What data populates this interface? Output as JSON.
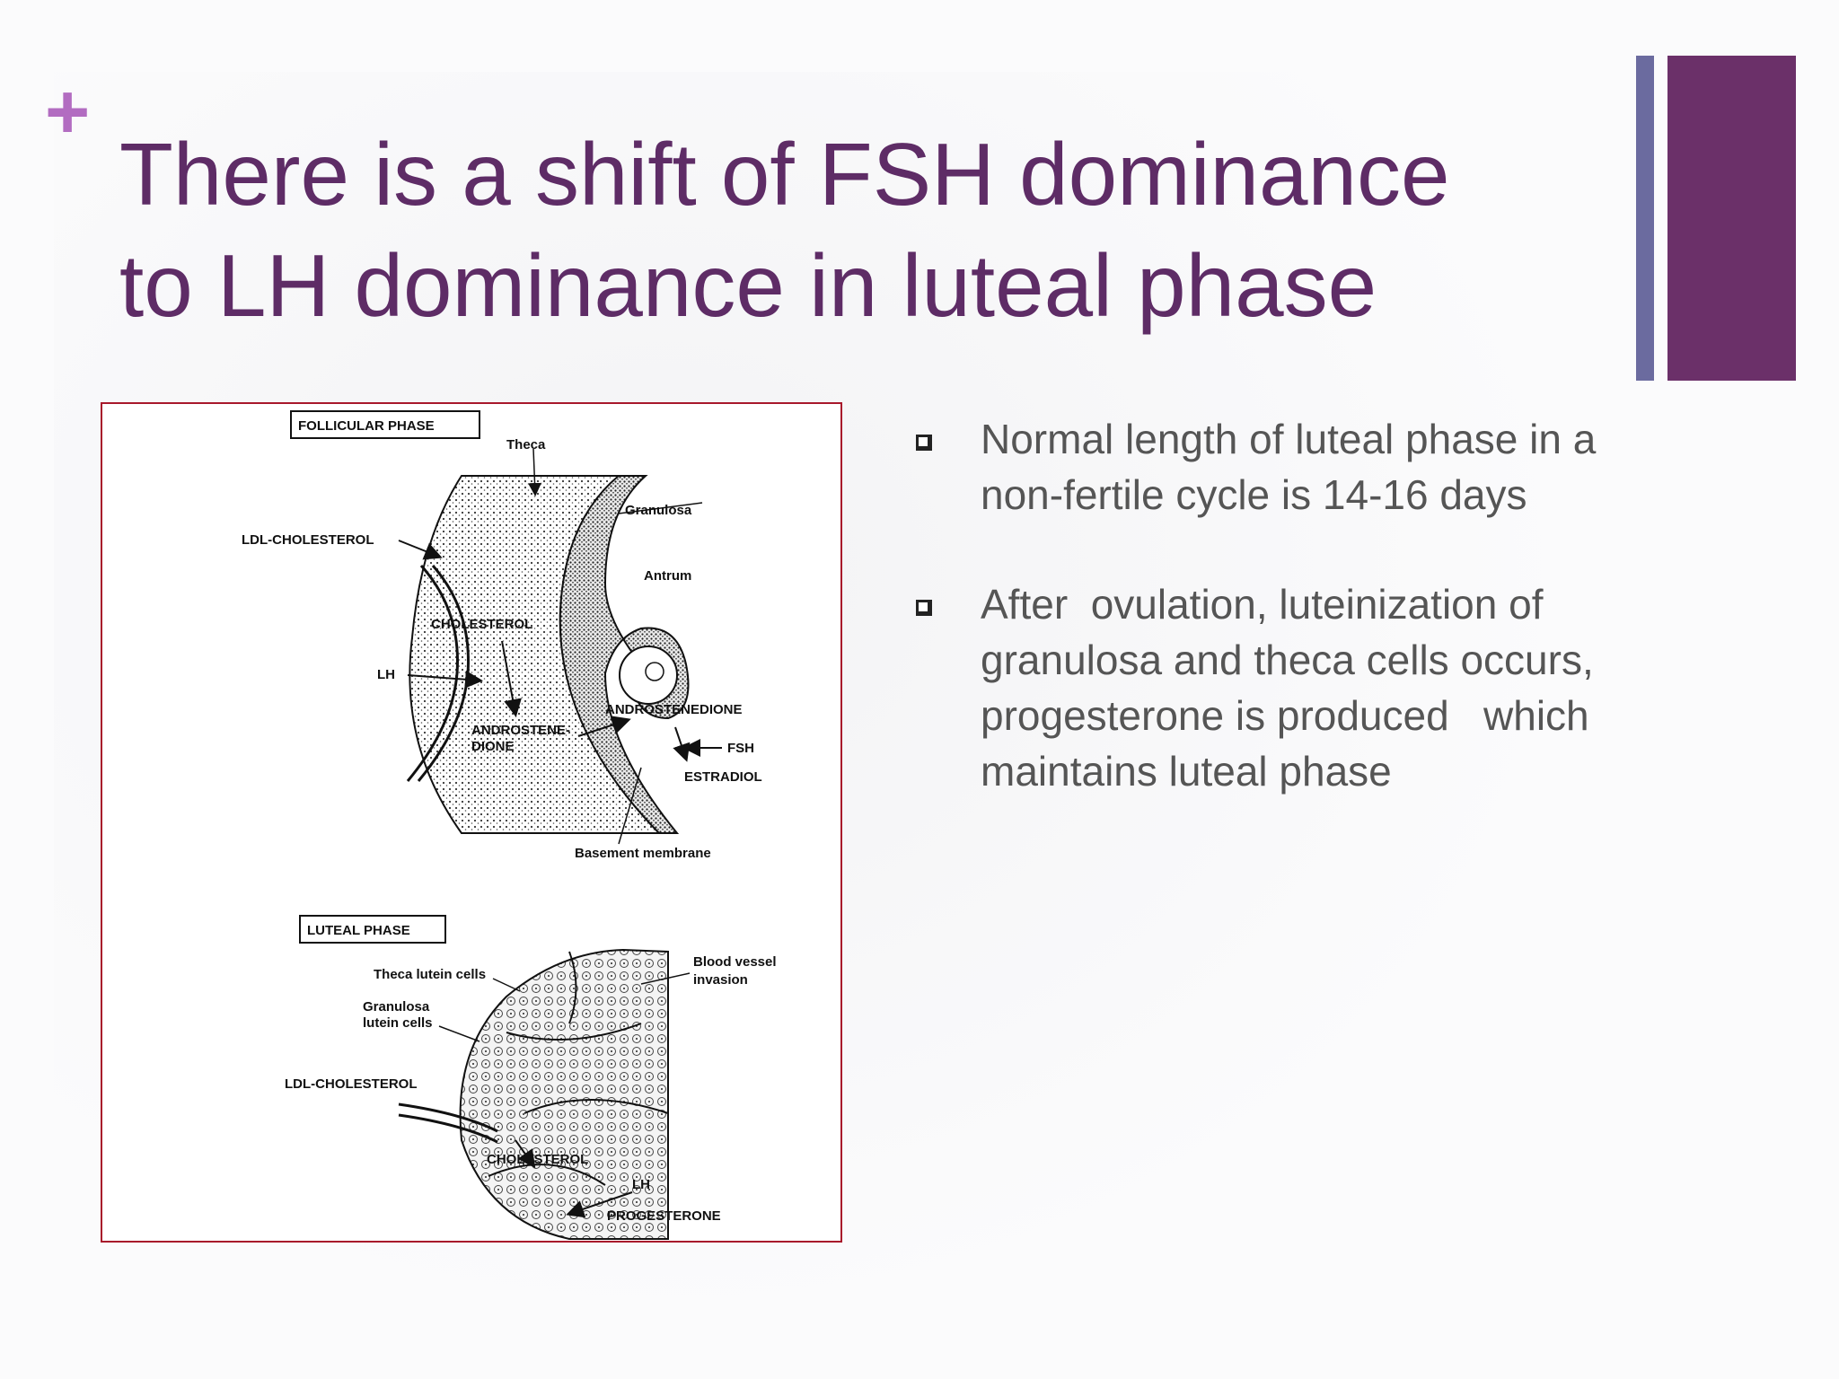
{
  "slide": {
    "plus_mark": "+",
    "title": "There is a shift of FSH dominance to LH dominance in luteal phase"
  },
  "figure": {
    "follicular": {
      "header": "FOLLICULAR PHASE",
      "theca": "Theca",
      "granulosa": "Granulosa",
      "ldl": "LDL-CHOLESTEROL",
      "antrum": "Antrum",
      "cholesterol": "CHOLESTEROL",
      "lh": "LH",
      "androstenedione": "ANDROSTENEDIONE",
      "fsh": "FSH",
      "androstene_1": "ANDROSTENE-",
      "androstene_2": "DIONE",
      "estradiol": "ESTRADIOL",
      "basement": "Basement membrane"
    },
    "luteal": {
      "header": "LUTEAL PHASE",
      "theca_lutein": "Theca lutein cells",
      "blood_1": "Blood vessel",
      "blood_2": "invasion",
      "granulosa_1": "Granulosa",
      "granulosa_2": "lutein cells",
      "ldl": "LDL-CHOLESTEROL",
      "cholesterol": "CHOLESTEROL",
      "lh": "LH",
      "progesterone": "PROGESTERONE"
    }
  },
  "bullets": [
    "Normal length of luteal phase in a non-fertile cycle is 14-16 days",
    "After  ovulation, luteinization of granulosa and theca cells occurs, progesterone is produced   which maintains luteal phase"
  ],
  "colors": {
    "title": "#5e2c66",
    "plus": "#b26cc1",
    "bar_thin": "#6b6b9f",
    "bar_thick": "#6b3069",
    "figure_border": "#a8182b",
    "bullet_text": "#555555"
  }
}
